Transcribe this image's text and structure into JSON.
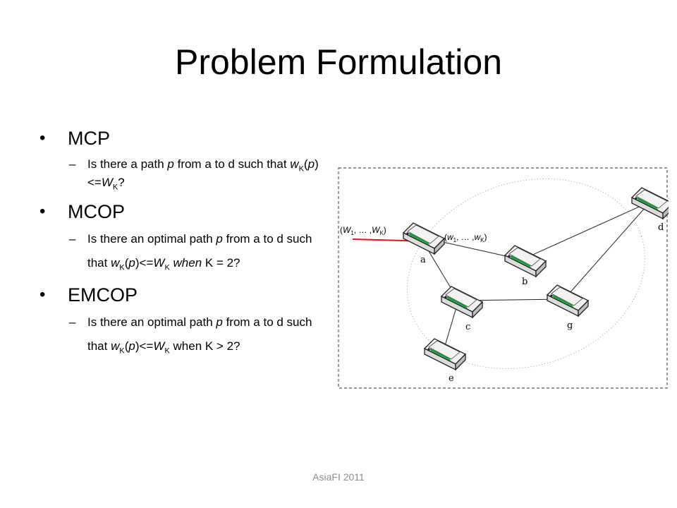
{
  "slide": {
    "title": "Problem Formulation",
    "footer": "AsiaFI 2011"
  },
  "bullets": [
    {
      "heading": "MCP",
      "sub": {
        "pre": "Is there a path ",
        "p1": "p",
        "mid1": " from a to d such that ",
        "w": "w",
        "wsub": "K",
        "paren_open": "(",
        "p2": "p",
        "paren_close": ")<=",
        "W": "W",
        "Wsub": "K",
        "post": "?"
      }
    },
    {
      "heading": "MCOP",
      "sub": {
        "pre": "Is there an optimal path ",
        "p1": "p",
        "mid1": " from a to d such that ",
        "w": "w",
        "wsub": "K",
        "paren_open": "(",
        "p2": "p",
        "paren_close": ")<=",
        "W": "W",
        "Wsub": "K",
        "post1": " ",
        "when": "when",
        "post2": " K = 2?"
      }
    },
    {
      "heading": "EMCOP",
      "sub": {
        "pre": "Is there an optimal path ",
        "p1": "p",
        "mid1": " from a to d such that ",
        "w": "w",
        "wsub": "K",
        "paren_open": "(",
        "p2": "p",
        "paren_close": ")<=",
        "W": "W",
        "Wsub": "K",
        "post": " when K > 2?"
      }
    }
  ],
  "diagram": {
    "nodes": [
      {
        "id": "a",
        "label": "a"
      },
      {
        "id": "b",
        "label": "b"
      },
      {
        "id": "c",
        "label": "c"
      },
      {
        "id": "d",
        "label": "d"
      },
      {
        "id": "e",
        "label": "e"
      },
      {
        "id": "g",
        "label": "g"
      }
    ],
    "constraint_label": {
      "open": "(",
      "W1": "W",
      "W1sub": "1",
      "sep": ", … ,",
      "WK": "W",
      "WKsub": "K",
      "close": ")"
    },
    "weight_label": {
      "open": "(",
      "w1": "w",
      "w1sub": "1",
      "sep": ", … ,",
      "wK": "w",
      "wKsub": "K",
      "close": ")"
    },
    "colors": {
      "request_arrow": "#e0161b",
      "router_accent": "#1a9c3a"
    }
  }
}
